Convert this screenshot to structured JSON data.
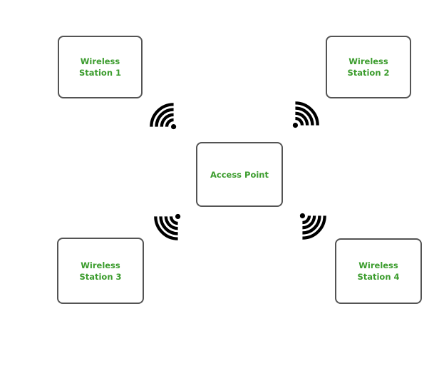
{
  "colors": {
    "label_green": "#3b9c2d",
    "box_border": "#545454",
    "wifi_icon_black": "#000000",
    "background": "#ffffff"
  },
  "nodes": {
    "station1": {
      "line1": "Wireless",
      "line2": "Station 1"
    },
    "station2": {
      "line1": "Wireless",
      "line2": "Station 2"
    },
    "station3": {
      "line1": "Wireless",
      "line2": "Station 3"
    },
    "station4": {
      "line1": "Wireless",
      "line2": "Station 4"
    },
    "access_point": {
      "label": "Access Point"
    }
  },
  "icons": [
    {
      "name": "wifi-signal-icon",
      "beam_direction": "northwest",
      "between": [
        "access_point",
        "station1"
      ]
    },
    {
      "name": "wifi-signal-icon",
      "beam_direction": "northeast",
      "between": [
        "access_point",
        "station2"
      ]
    },
    {
      "name": "wifi-signal-icon",
      "beam_direction": "southwest",
      "between": [
        "access_point",
        "station3"
      ]
    },
    {
      "name": "wifi-signal-icon",
      "beam_direction": "southeast",
      "between": [
        "access_point",
        "station4"
      ]
    }
  ]
}
